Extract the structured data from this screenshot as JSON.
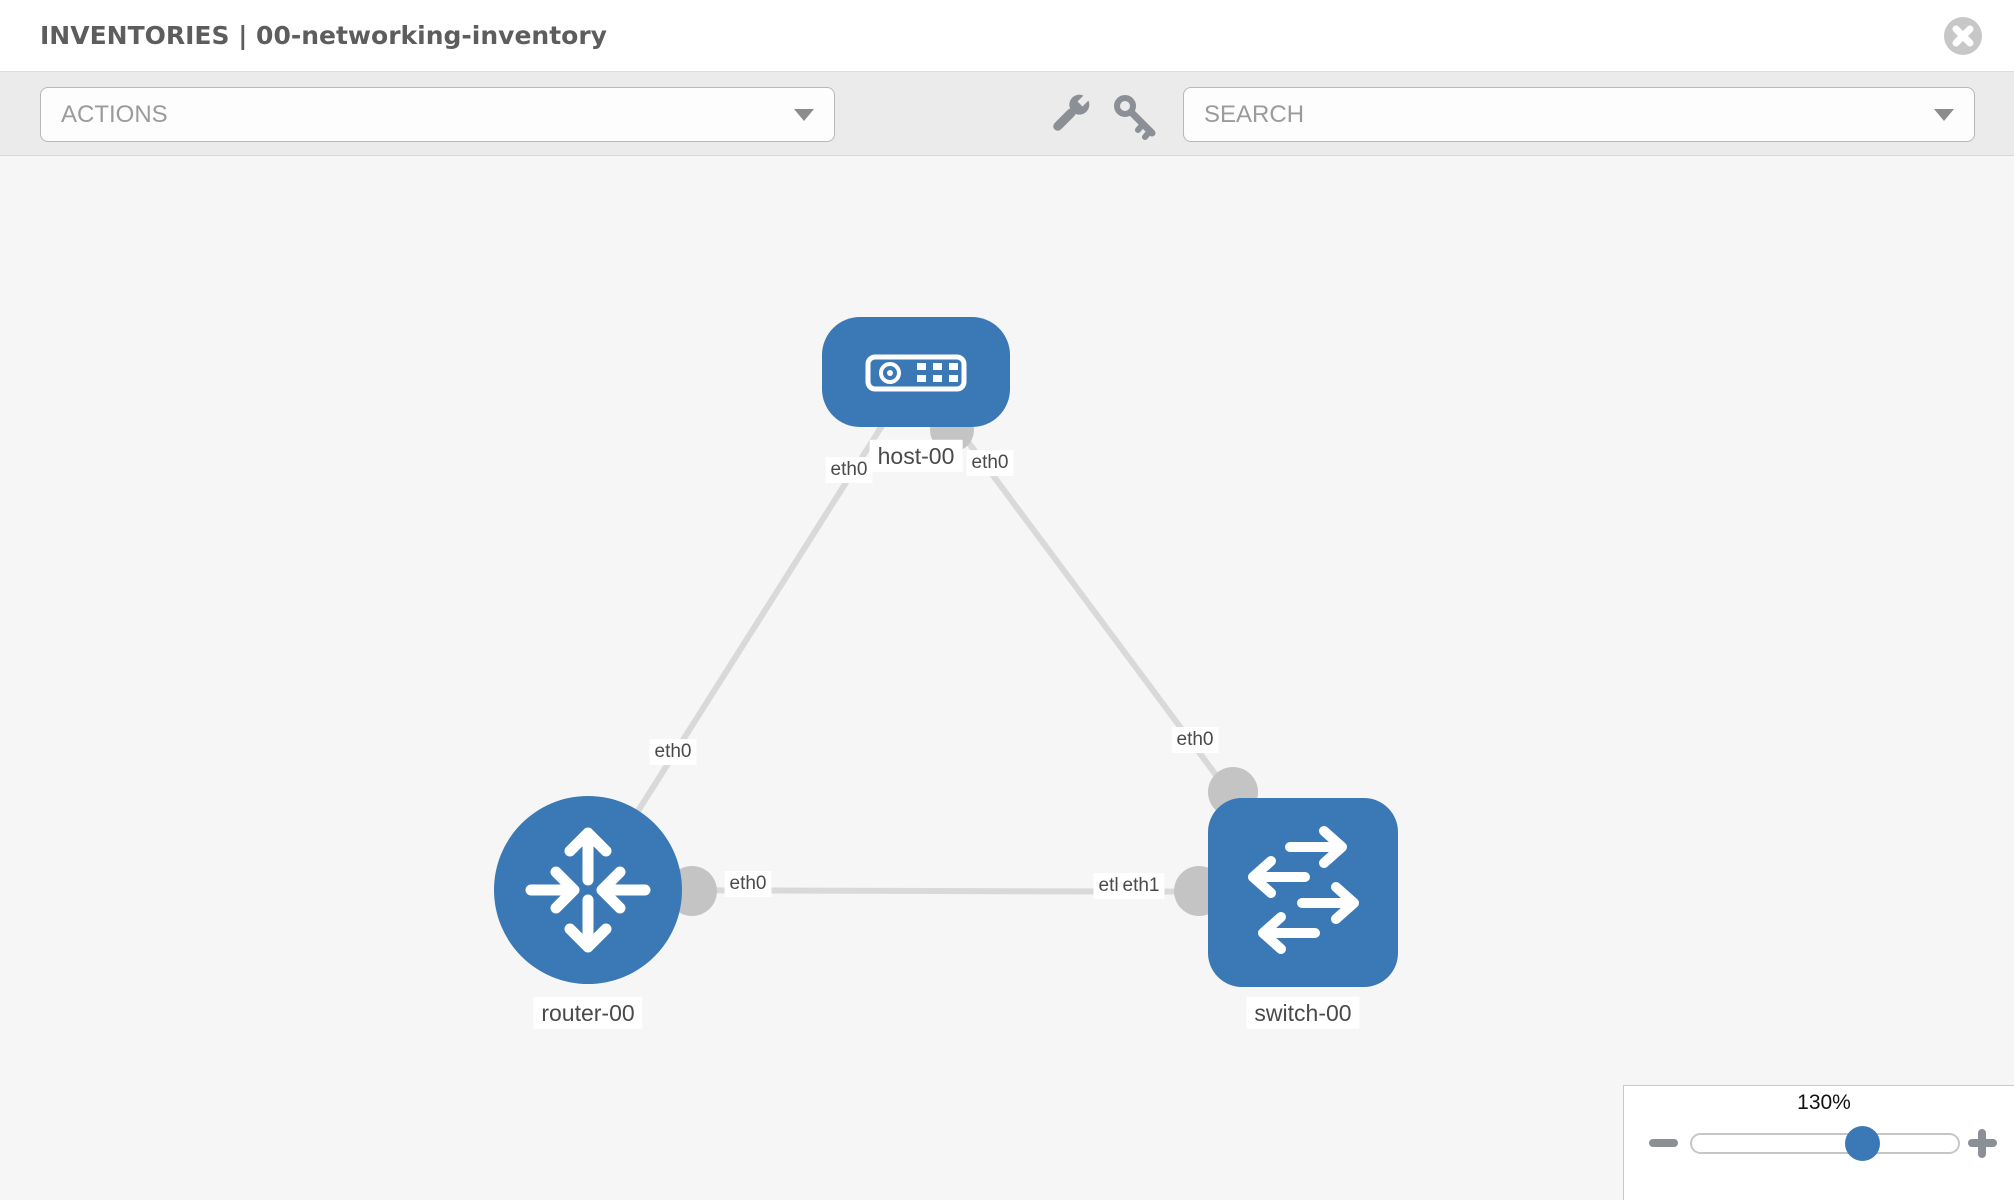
{
  "header": {
    "title": "INVENTORIES | 00-networking-inventory",
    "close_icon": "circle-x"
  },
  "toolbar": {
    "actions_label": "ACTIONS",
    "search_placeholder": "SEARCH",
    "icons": [
      "wrench",
      "key"
    ]
  },
  "topology": {
    "nodes": [
      {
        "id": "host-00",
        "type": "host",
        "label": "host-00"
      },
      {
        "id": "router-00",
        "type": "router",
        "label": "router-00"
      },
      {
        "id": "switch-00",
        "type": "switch",
        "label": "switch-00"
      }
    ],
    "links": [
      {
        "source": "host-00",
        "target": "router-00",
        "source_interface": "eth0",
        "target_interface": "eth0"
      },
      {
        "source": "host-00",
        "target": "switch-00",
        "source_interface": "eth0",
        "target_interface": "eth0"
      },
      {
        "source": "router-00",
        "target": "switch-00",
        "source_interface": "eth0",
        "target_interface": "eth1"
      }
    ],
    "interface_labels": {
      "host_to_router": "eth0",
      "host_to_switch": "eth0",
      "router_to_host": "eth0",
      "switch_to_host": "eth0",
      "router_to_switch": "eth0",
      "switch_to_router_back": "eth0",
      "switch_to_router_front": "eth1"
    }
  },
  "zoom_control": {
    "value": "130%",
    "percent": 130,
    "minus_icon": "minus",
    "plus_icon": "plus"
  },
  "colors": {
    "node_fill": "#3a79b5",
    "edge": "#d9d9d9",
    "port": "#c4c4c4",
    "slider_handle": "#3a79b5",
    "toolbar_bg": "#ebebeb"
  }
}
